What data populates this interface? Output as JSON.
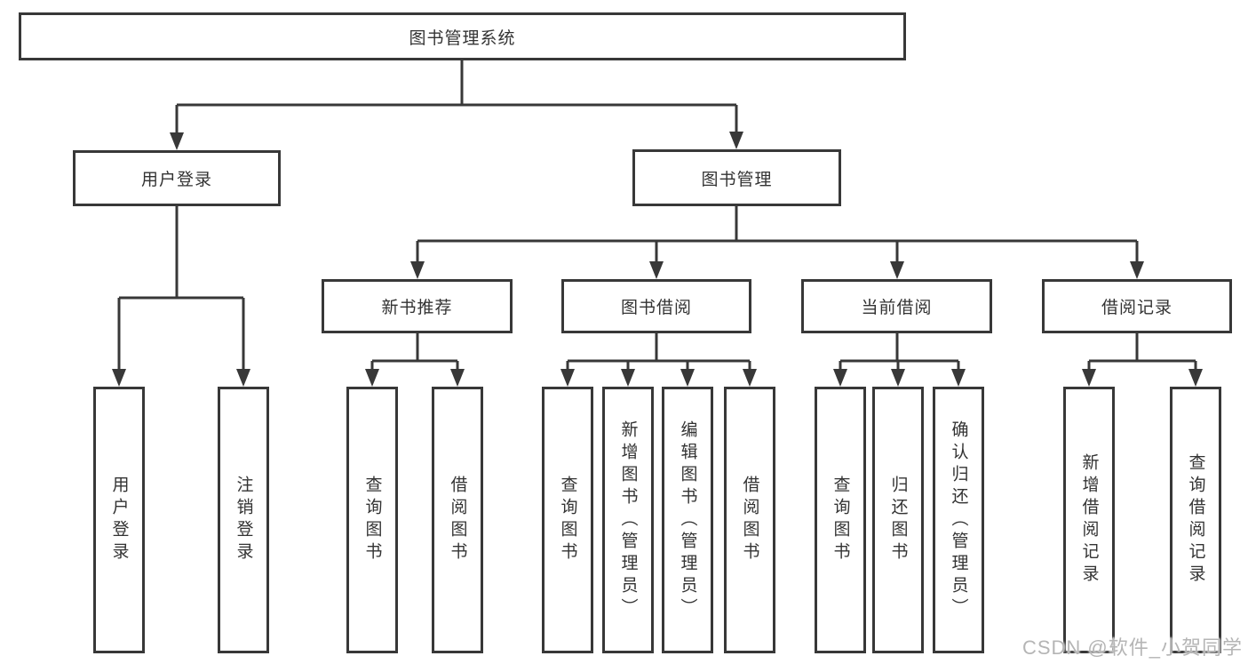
{
  "diagram": {
    "root": {
      "label": "图书管理系统"
    },
    "branches": [
      {
        "label": "用户登录",
        "children": [
          {
            "label": "用户登录"
          },
          {
            "label": "注销登录"
          }
        ]
      },
      {
        "label": "图书管理",
        "children": [
          {
            "label": "新书推荐",
            "children": [
              {
                "label": "查询图书"
              },
              {
                "label": "借阅图书"
              }
            ]
          },
          {
            "label": "图书借阅",
            "children": [
              {
                "label": "查询图书"
              },
              {
                "label": "新增图书（管理员）"
              },
              {
                "label": "编辑图书（管理员）"
              },
              {
                "label": "借阅图书"
              }
            ]
          },
          {
            "label": "当前借阅",
            "children": [
              {
                "label": "查询图书"
              },
              {
                "label": "归还图书"
              },
              {
                "label": "确认归还（管理员）"
              }
            ]
          },
          {
            "label": "借阅记录",
            "children": [
              {
                "label": "新增借阅记录"
              },
              {
                "label": "查询借阅记录"
              }
            ]
          }
        ]
      }
    ]
  },
  "watermark": "CSDN @软件_小贺同学",
  "colors": {
    "line": "#383838",
    "text": "#333333",
    "background": "#ffffff",
    "watermark": "#b5b5b5"
  }
}
